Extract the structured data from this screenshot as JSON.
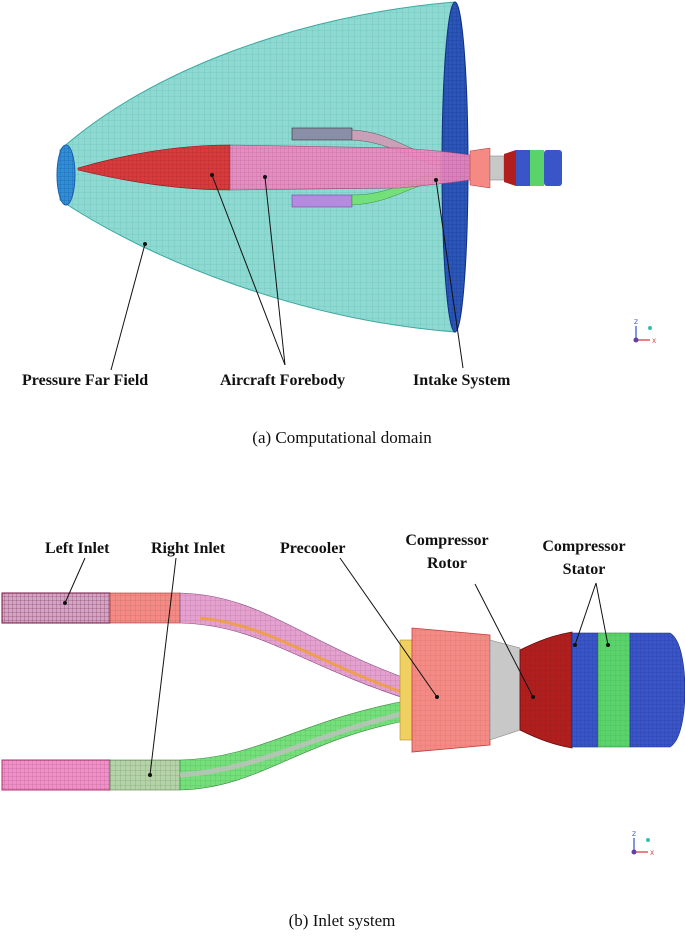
{
  "panel_a": {
    "labels": {
      "far_field": "Pressure Far Field",
      "forebody": "Aircraft Forebody",
      "intake": "Intake System"
    },
    "caption": "(a) Computational domain"
  },
  "panel_b": {
    "labels": {
      "left_inlet": "Left Inlet",
      "right_inlet": "Right Inlet",
      "precooler": "Precooler",
      "rotor_line1": "Compressor",
      "rotor_line2": "Rotor",
      "stator_line1": "Compressor",
      "stator_line2": "Stator"
    },
    "caption": "(b) Inlet system"
  },
  "triad": {
    "z": "Z",
    "x": "X"
  },
  "colors": {
    "far_field": "#8ed9d2",
    "face_blue": "#2a56b8",
    "forebody_red": "#d93a3a",
    "pink": "#ef86c0",
    "salmon": "#f58a84",
    "green": "#74e07a",
    "dark_red": "#b01e1e",
    "blue": "#3a55c8",
    "purple": "#b58be0"
  }
}
